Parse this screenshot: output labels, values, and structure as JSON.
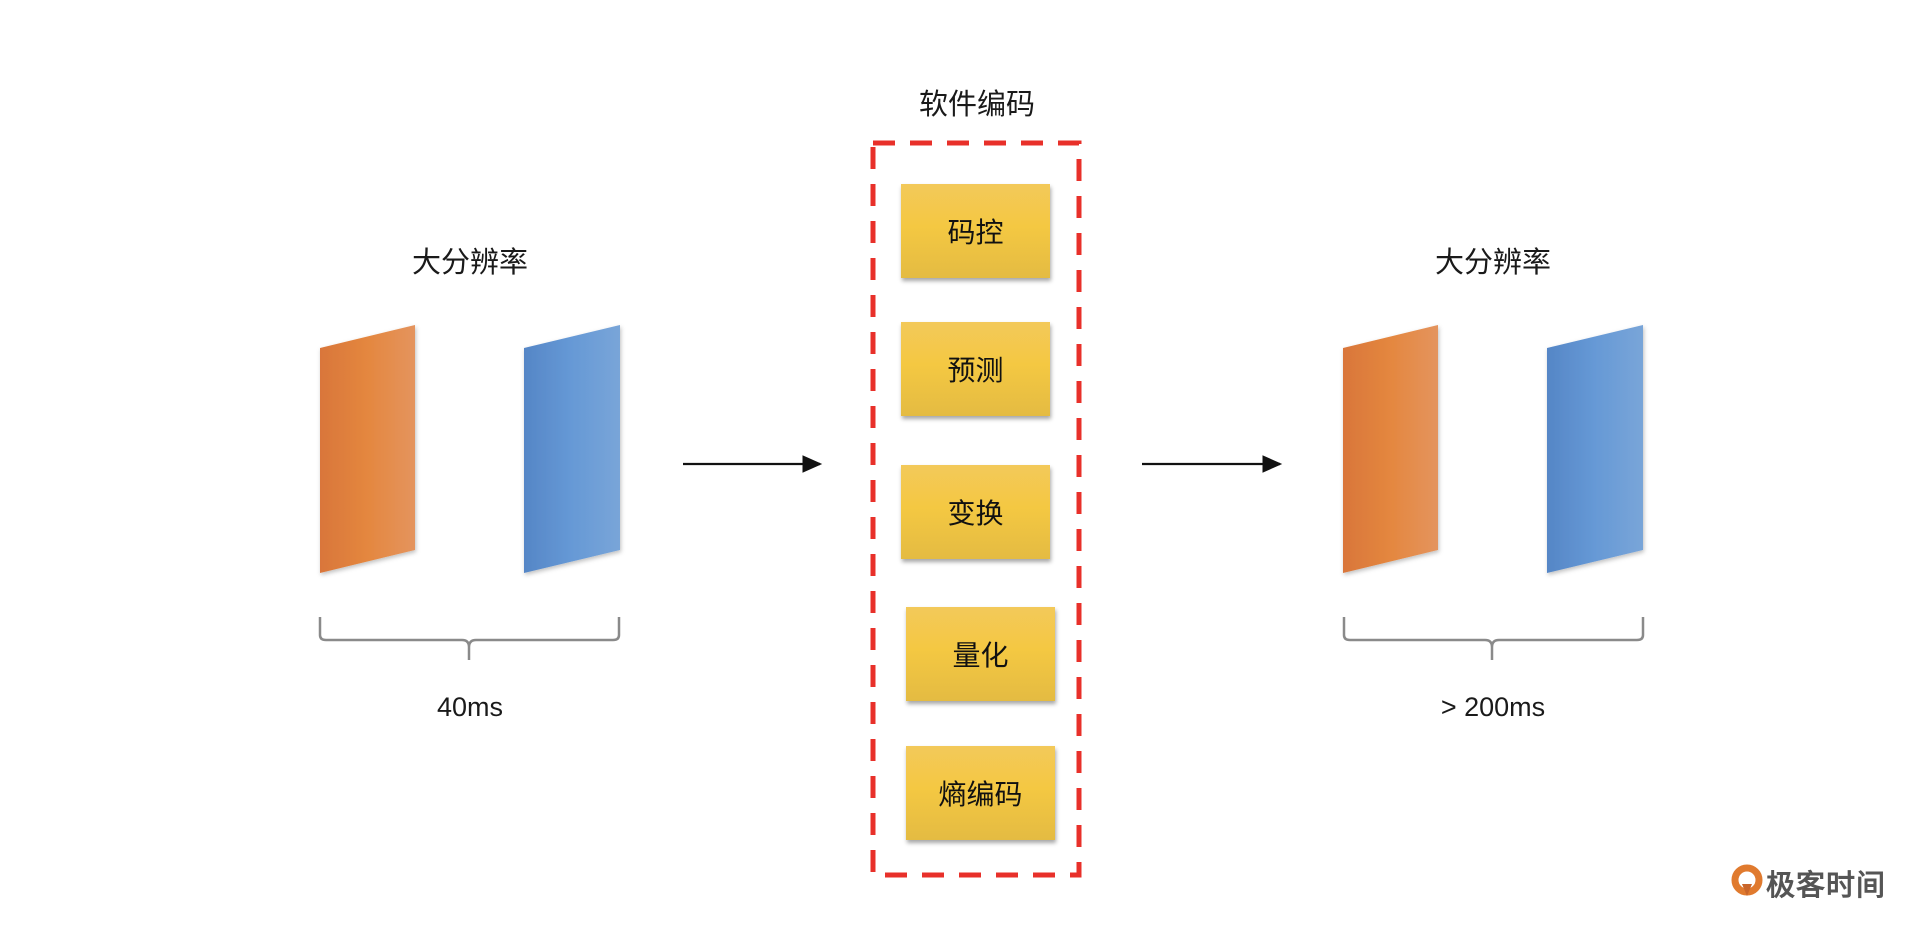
{
  "left_group": {
    "title": "大分辨率",
    "duration": "40ms"
  },
  "center_group": {
    "title": "软件编码",
    "steps": [
      "码控",
      "预测",
      "变换",
      "量化",
      "熵编码"
    ]
  },
  "right_group": {
    "title": "大分辨率",
    "duration": "> 200ms"
  },
  "colors": {
    "frame_orange": "#e07f3d",
    "frame_blue": "#5b8fd0",
    "step_box": "#f4c842",
    "dashed_border": "#e8302a",
    "brace": "#8a8a8a",
    "logo_accent": "#e07a2e"
  },
  "logo": {
    "text": "极客时间",
    "icon": "geektime-logo-icon"
  }
}
